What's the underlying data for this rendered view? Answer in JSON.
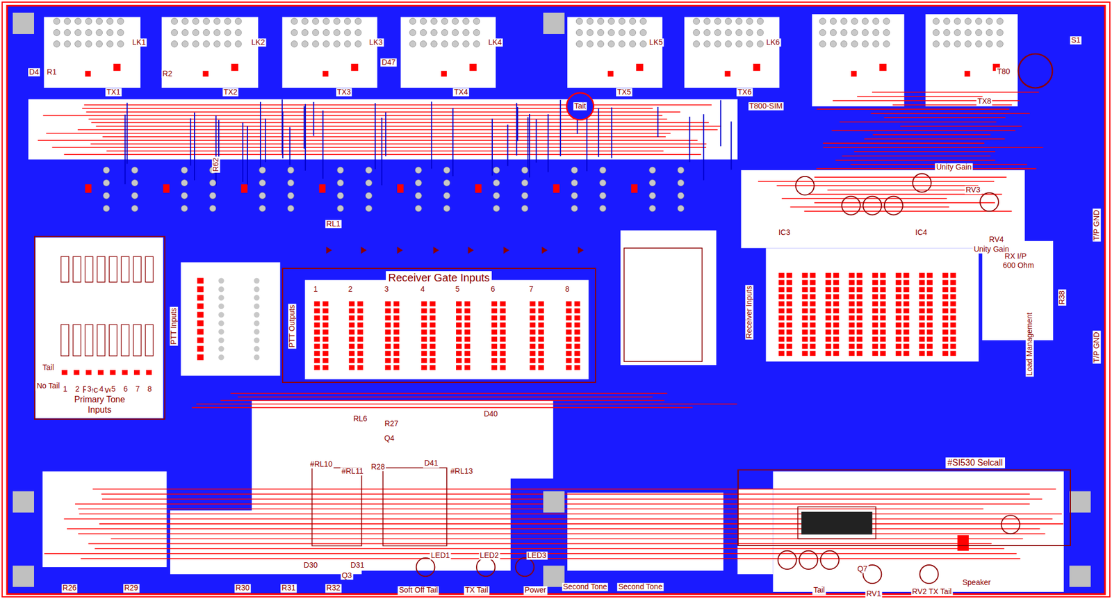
{
  "diagram": {
    "nodes": [
      {
        "text": [
          "Receiver Gate Inputs"
        ]
      },
      {
        "text": [
          "Receiver Primary Tone Inputs"
        ]
      },
      {
        "text": [
          "#SI530 Selcall"
        ]
      }
    ],
    "labels": [
      "D4",
      "R1",
      "R2",
      "D47",
      "TX1",
      "TX2",
      "TX3",
      "TX4",
      "TX5",
      "TX6",
      "TX8",
      "LK1",
      "LK2",
      "LK3",
      "LK4",
      "LK5",
      "LK6",
      "S1",
      "T80",
      "Tait",
      "T800-SIM",
      "RV3",
      "RV4",
      "IC3",
      "IC4",
      "Unity Gain",
      "Unity Gain",
      "RX I/P",
      "600 Ohm",
      "1",
      "2",
      "3",
      "4",
      "5",
      "6",
      "7",
      "8",
      "PTT Outputs",
      "PTT Inputs",
      "Receiver Inputs",
      "Tail",
      "No Tail",
      "1",
      "2",
      "3",
      "4",
      "5",
      "6",
      "7",
      "8",
      "RL6",
      "R27",
      "Q4",
      "R28",
      "D41",
      "#RL10",
      "#RL11",
      "#RL13",
      "D40",
      "LED1",
      "LED2",
      "LED3",
      "Soft Off Tail",
      "TX Tail",
      "Power",
      "Second Tone",
      "Second Tone",
      "R26",
      "R29",
      "R30",
      "R31",
      "R32",
      "D30",
      "D31",
      "Q3",
      "Tail",
      "RV1",
      "RV2 TX Tail",
      "Speaker",
      "Q7",
      "Load Management",
      "T/P GND",
      "T/P GND",
      "RL1",
      "R62",
      "R38"
    ]
  }
}
